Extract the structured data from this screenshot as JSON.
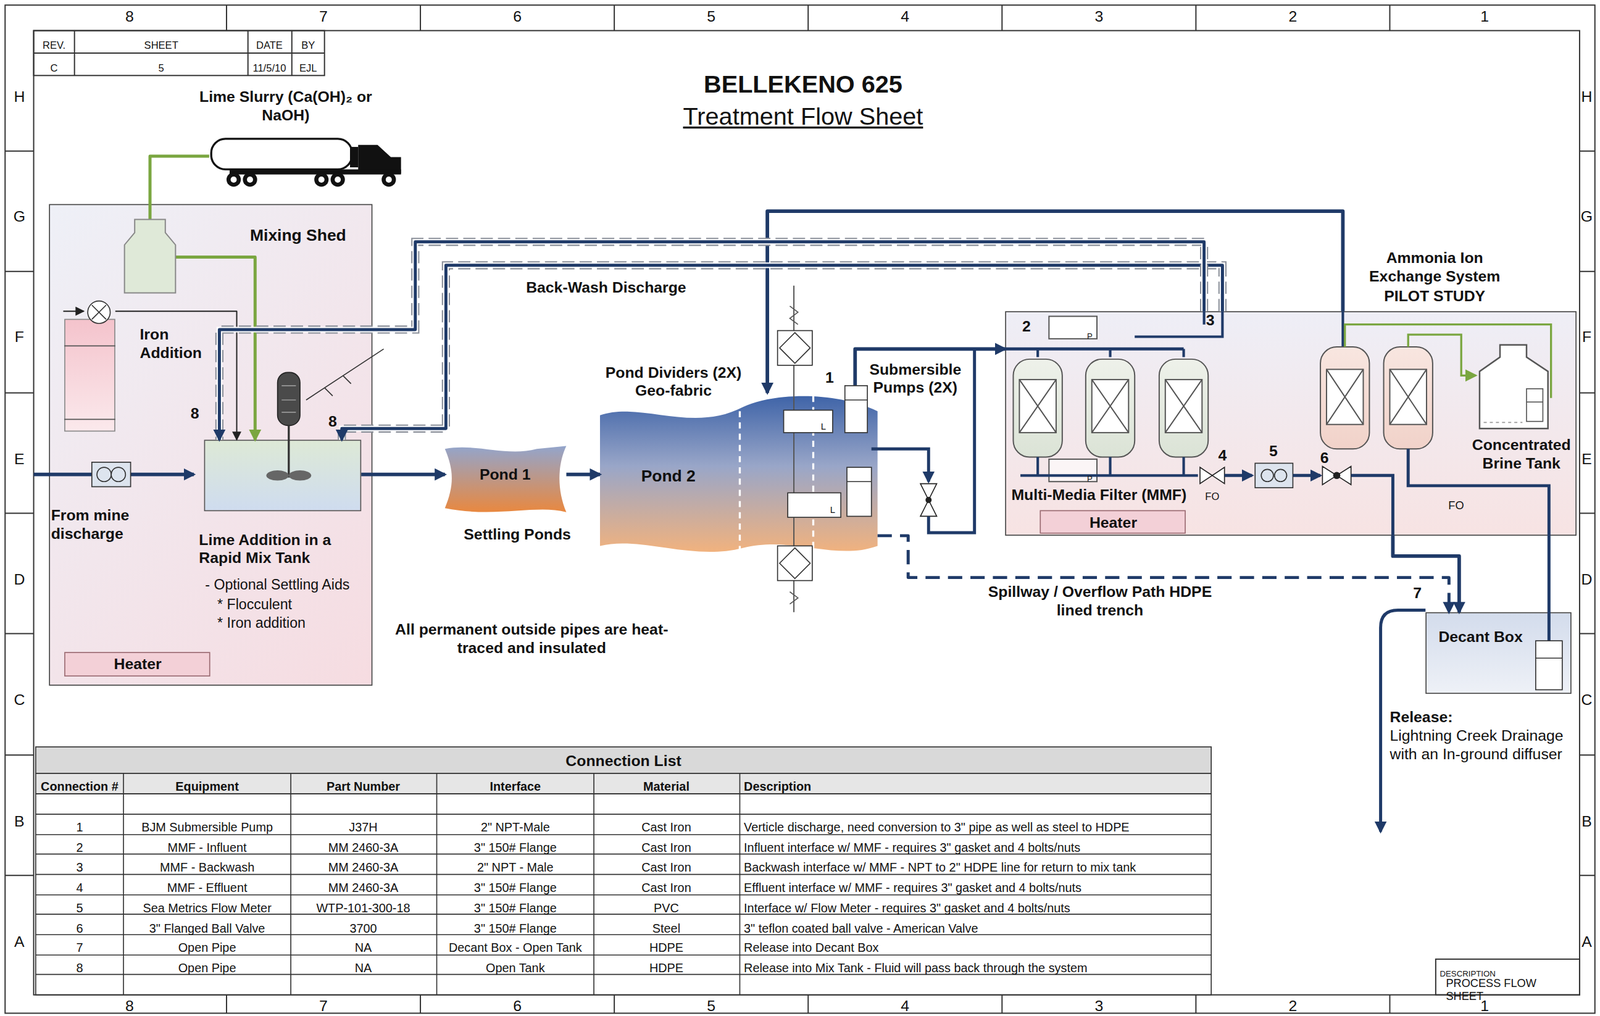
{
  "diagram": {
    "title": "BELLEKENO 625",
    "nodes": [
      {
        "text": [
          "Lime Slurry (Ca(OH)₂ or NaOH)"
        ]
      },
      {
        "text": [
          "Mixing Shed"
        ]
      },
      {
        "text": [
          "Iron Addition"
        ],
        "in": 1
      },
      {
        "text": [
          "Lime Addition in a Rapid Mix Tank",
          "- Optional Settling Aids",
          "* Flocculent",
          "* Iron addition"
        ],
        "in": 1
      },
      {
        "text": [
          "Heater"
        ],
        "in": 1
      },
      {
        "text": [
          "Pond 1"
        ]
      },
      {
        "text": [
          "Pond 2"
        ]
      },
      {
        "text": [
          "Ammonia Ion Exchange System PILOT STUDY"
        ]
      },
      {
        "text": [
          "Concentrated Brine Tank"
        ],
        "in": 7
      },
      {
        "text": [
          "Heater"
        ],
        "in": 7
      },
      {
        "text": [
          "Decant Box"
        ]
      }
    ],
    "edges": [
      {
        "from": 0,
        "to": 3,
        "arrow": "to"
      },
      {
        "from": 2,
        "to": 3,
        "arrow": "to"
      },
      {
        "from": 3,
        "to": 5,
        "arrow": "to"
      },
      {
        "from": 5,
        "to": 6,
        "arrow": "to"
      },
      {
        "from": 6,
        "to": 7,
        "arrow": "to"
      },
      {
        "from": 7,
        "to": 6,
        "arrow": "to"
      },
      {
        "from": 7,
        "to": 3,
        "label": "Back-Wash Discharge",
        "arrow": "to"
      },
      {
        "from": 7,
        "to": 3,
        "arrow": "to"
      },
      {
        "from": 7,
        "to": 10,
        "arrow": "to"
      },
      {
        "from": 6,
        "to": 10,
        "label": "Spillway / Overflow Path HDPE lined trench",
        "arrow": "to"
      }
    ],
    "labels": [
      "8",
      "7",
      "6",
      "5",
      "4",
      "3",
      "2",
      "1",
      "8",
      "7",
      "6",
      "5",
      "4",
      "3",
      "2",
      "1",
      "H",
      "G",
      "F",
      "E",
      "D",
      "C",
      "B",
      "A",
      "H",
      "G",
      "F",
      "E",
      "D",
      "C",
      "B",
      "A",
      "REV.",
      "SHEET",
      "DATE",
      "BY",
      "C",
      "5",
      "11/5/10",
      "EJL",
      "Treatment Flow Sheet",
      "Connection List",
      "Connection #",
      "Equipment",
      "Part Number",
      "Interface",
      "Material",
      "Description",
      "1",
      "BJM Submersible Pump",
      "J37H",
      "2\" NPT-Male",
      "Cast Iron",
      "Verticle discharge, need conversion to 3\" pipe as well as steel to HDPE",
      "2",
      "MMF - Influent",
      "MM 2460-3A",
      "3\" 150# Flange",
      "Cast Iron",
      "Influent interface w/ MMF - requires 3\" gasket and 4 bolts/nuts",
      "3",
      "MMF - Backwash",
      "MM 2460-3A",
      "2\" NPT - Male",
      "Cast Iron",
      "Backwash interface w/ MMF - NPT to 2\" HDPE line for return to mix tank",
      "4",
      "MMF - Effluent",
      "MM 2460-3A",
      "3\" 150# Flange",
      "Cast Iron",
      "Effluent interface w/ MMF - requires 3\" gasket and 4 bolts/nuts",
      "5",
      "Sea Metrics Flow Meter",
      "WTP-101-300-18",
      "3\" 150# Flange",
      "PVC",
      "Interface w/ Flow Meter - requires 3\" gasket and 4 bolts/nuts",
      "6",
      "3\" Flanged Ball Valve",
      "3700",
      "3\" 150# Flange",
      "Steel",
      "3\" teflon coated ball valve - American Valve",
      "7",
      "Open Pipe",
      "NA",
      "Decant Box - Open Tank",
      "HDPE",
      "Release into Decant Box",
      "8",
      "Open Pipe",
      "NA",
      "Open Tank",
      "HDPE",
      "Release into Mix Tank - Fluid will pass back through the system",
      "DESCRIPTION",
      "PROCESS FLOW SHEET",
      "From mine discharge",
      "8",
      "8",
      "Pond Dividers (2X) Geo-fabric",
      "Settling Ponds",
      "1",
      "Submersible Pumps (2X)",
      "L",
      "L",
      "All permanent outside pipes are heat-traced and insulated",
      "2",
      "3",
      "P",
      "P",
      "Multi-Media Filter (MMF)",
      "4",
      "FO",
      "5",
      "6",
      "FO",
      "7",
      "Release:",
      "Lightning Creek Drainage with an In-ground diffuser"
    ]
  }
}
